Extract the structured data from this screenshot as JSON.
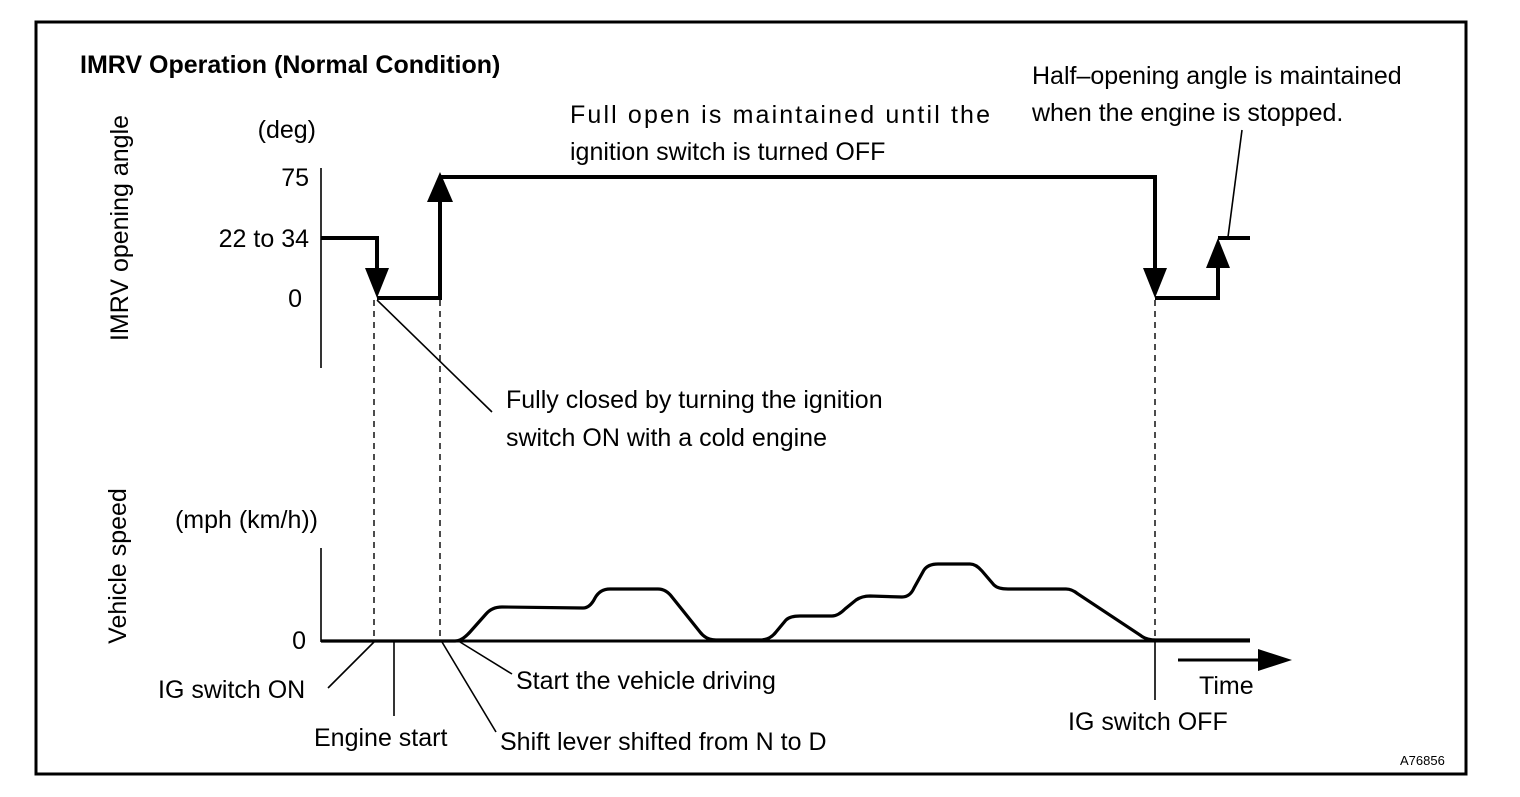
{
  "figure": {
    "title": "IMRV Operation (Normal Condition)",
    "figure_id": "A76856"
  },
  "upper_chart": {
    "y_axis_title": "IMRV opening angle",
    "unit": "(deg)",
    "ticks": [
      "75",
      "22 to 34",
      "0"
    ],
    "annotation_full_open": [
      "Full open is maintained until the",
      "ignition switch is turned OFF"
    ],
    "annotation_half_open": [
      "Half–opening angle is maintained",
      "when the engine is stopped."
    ],
    "annotation_fully_closed": [
      "Fully closed by turning the ignition",
      "switch ON with a cold engine"
    ]
  },
  "lower_chart": {
    "y_axis_title": "Vehicle speed",
    "unit": "(mph (km/h))",
    "tick_zero": "0",
    "time_label": "Time"
  },
  "events": {
    "ig_switch_on": "IG switch ON",
    "engine_start": "Engine start",
    "shift_lever": "Shift lever shifted from N to D",
    "start_driving": "Start the vehicle driving",
    "ig_switch_off": "IG switch OFF"
  }
}
